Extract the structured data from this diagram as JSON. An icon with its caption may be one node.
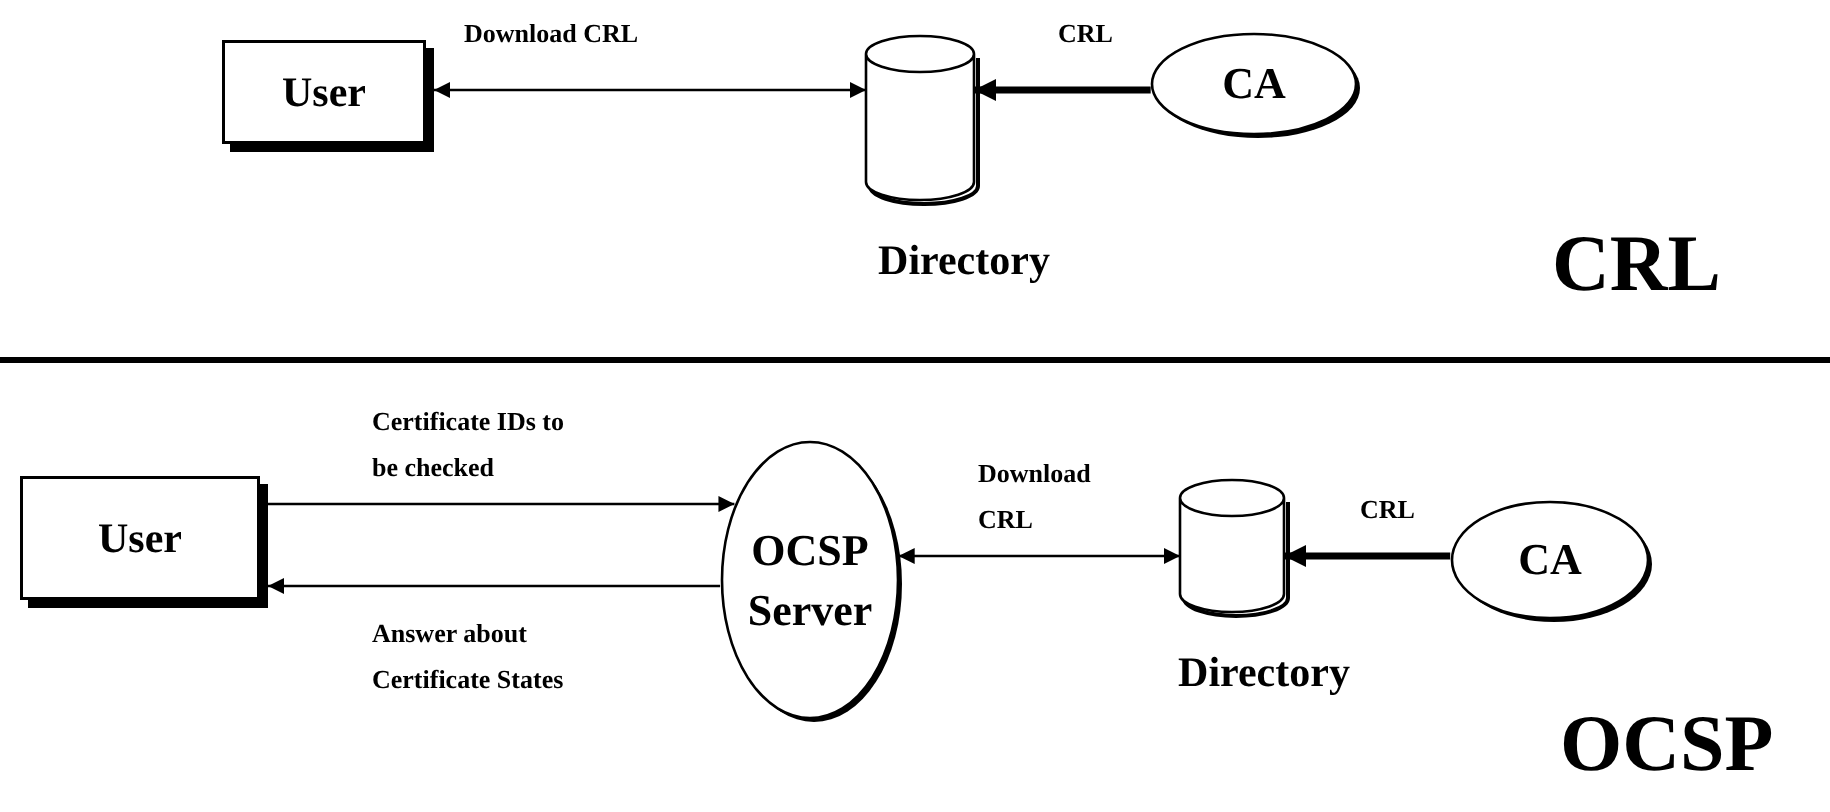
{
  "diagram": {
    "nodes": [
      {
        "text": [
          "User"
        ]
      },
      {
        "text": [
          "Directory"
        ]
      },
      {
        "text": [
          "CA"
        ]
      },
      {
        "text": [
          "User"
        ]
      },
      {
        "text": [
          "OCSP Server"
        ]
      },
      {
        "text": [
          "Directory"
        ]
      },
      {
        "text": [
          "CA"
        ]
      }
    ],
    "edges": [
      {
        "from": 0,
        "to": 1,
        "arrow": "both",
        "label": "Download CRL"
      },
      {
        "from": 2,
        "to": 1,
        "arrow": "to",
        "label": "CRL",
        "style": "thick"
      },
      {
        "from": 3,
        "to": 4,
        "arrow": "to",
        "label": "Certificate IDs to be checked"
      },
      {
        "from": 4,
        "to": 3,
        "arrow": "to",
        "label": "Answer about Certificate States"
      },
      {
        "from": 4,
        "to": 5,
        "arrow": "both",
        "label": "Download CRL"
      },
      {
        "from": 6,
        "to": 5,
        "arrow": "to",
        "label": "CRL",
        "style": "thick"
      }
    ],
    "labels": [
      "CRL",
      "OCSP"
    ]
  }
}
